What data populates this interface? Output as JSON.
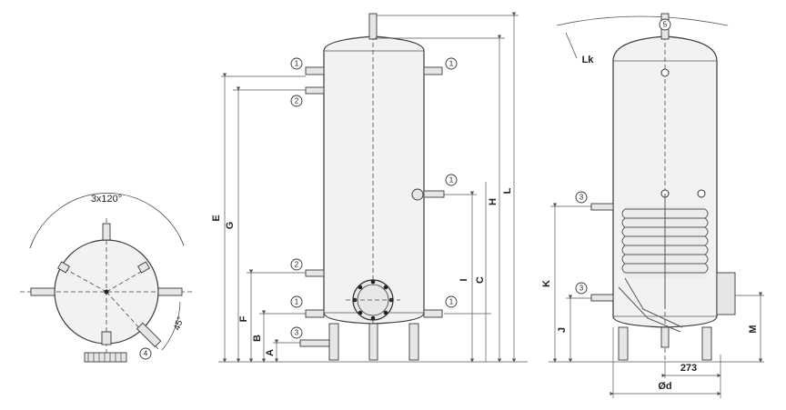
{
  "labels": {
    "angle_3x120": "3x120°",
    "angle_45": "45°",
    "dim_A": "A",
    "dim_B": "B",
    "dim_C": "C",
    "dim_E": "E",
    "dim_F": "F",
    "dim_G": "G",
    "dim_H": "H",
    "dim_I": "I",
    "dim_L": "L",
    "dim_K": "K",
    "dim_J": "J",
    "dim_M": "M",
    "dim_Lk": "Lk",
    "dim_273": "273",
    "dim_d": "Ød"
  },
  "markers": {
    "m1": "1",
    "m2": "2",
    "m3": "3",
    "m4": "4",
    "m5": "5"
  }
}
